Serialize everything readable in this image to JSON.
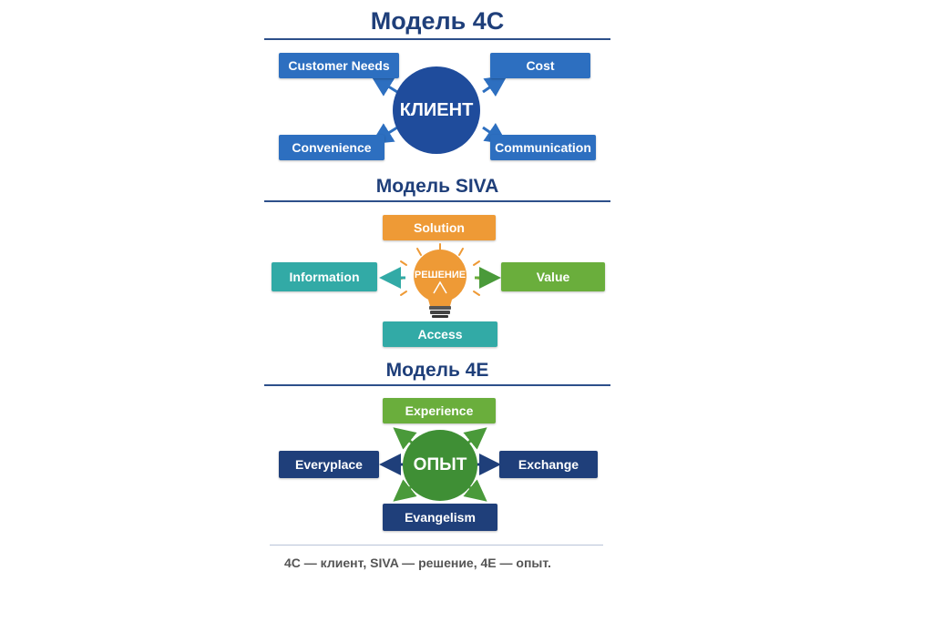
{
  "model_4c": {
    "title": "Модель 4C",
    "center": "КЛИЕНТ",
    "items": [
      "Customer Needs",
      "Cost",
      "Convenience",
      "Communication"
    ]
  },
  "model_siva": {
    "title": "Модель SIVA",
    "center": "РЕШЕНИЕ",
    "items": [
      "Solution",
      "Information",
      "Value",
      "Access"
    ]
  },
  "model_4e": {
    "title": "Модель 4E",
    "center": "ОПЫТ",
    "items": [
      "Experience",
      "Everyplace",
      "Exchange",
      "Evangelism"
    ]
  },
  "caption": "4C — клиент, SIVA — решение, 4E — опыт.",
  "colors": {
    "navy": "#1f3f7a",
    "blue": "#2d6fc0",
    "orange": "#ee9a36",
    "teal": "#32aaa6",
    "green": "#6aae3c"
  }
}
